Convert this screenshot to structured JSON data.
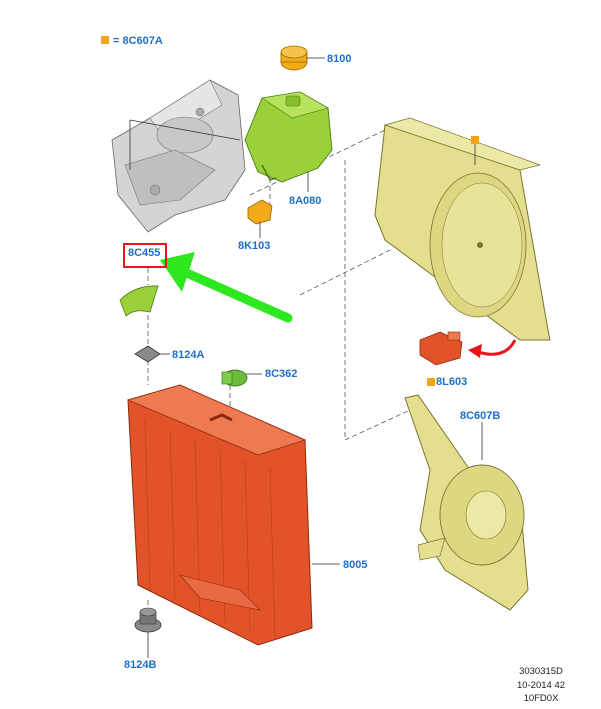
{
  "legend": {
    "marker_color": "#f4a31d",
    "text": "= 8C607A"
  },
  "parts": {
    "cap": "8100",
    "reservoir": "8A080",
    "bracket_small": "8K103",
    "highlighted": "8C455",
    "isolator_top": "8124A",
    "fitting": "8C362",
    "radiator": "8005",
    "isolator_bottom": "8124B",
    "fan_motor": "8C607B",
    "resistor": "8L603"
  },
  "highlight": {
    "target": "8C455",
    "box_color": "#e8161b",
    "arrow_color": "#2ee81f"
  },
  "callout_arrow_color": "#e8161b",
  "footer": {
    "line1": "3030315D",
    "line2": "10-2014 42",
    "line3": "10FD0X"
  },
  "colors": {
    "label": "#1f6fc6",
    "reservoir": "#9ad13a",
    "radiator": "#e2532a",
    "shroud": "#e4df8e",
    "body_panel": "#d4d4d4"
  }
}
